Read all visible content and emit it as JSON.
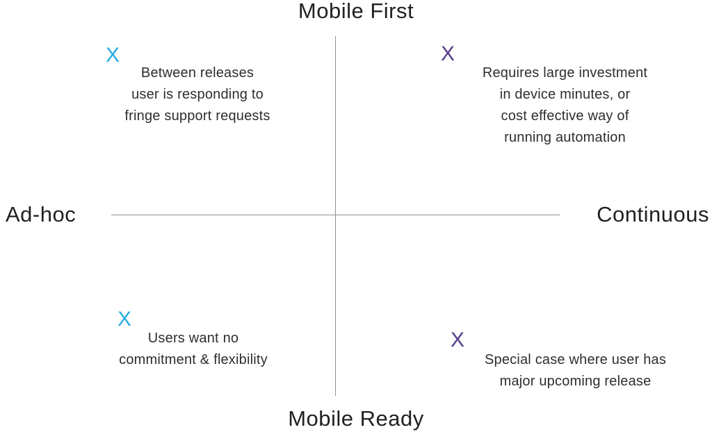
{
  "chart_data": {
    "type": "scatter",
    "title": "",
    "subtitle": "",
    "layout": "2x2-matrix",
    "grid": false,
    "legend": null,
    "axes": {
      "vertical": {
        "top_label": "Mobile First",
        "bottom_label": "Mobile Ready"
      },
      "horizontal": {
        "left_label": "Ad-hoc",
        "right_label": "Continuous"
      }
    },
    "quadrants": [
      {
        "id": "top-left",
        "x": "Ad-hoc",
        "y": "Mobile First",
        "marker": "X",
        "marker_color": "#29ABE2",
        "text": "Between releases\nuser is responding to\nfringe support requests"
      },
      {
        "id": "top-right",
        "x": "Continuous",
        "y": "Mobile First",
        "marker": "X",
        "marker_color": "#553C8B",
        "text": "Requires large investment\nin device minutes, or\ncost effective way of\nrunning automation"
      },
      {
        "id": "bottom-left",
        "x": "Ad-hoc",
        "y": "Mobile Ready",
        "marker": "X",
        "marker_color": "#29ABE2",
        "text": "Users want no\ncommitment & flexibility"
      },
      {
        "id": "bottom-right",
        "x": "Continuous",
        "y": "Mobile Ready",
        "marker": "X",
        "marker_color": "#553C8B",
        "text": "Special case where user has\nmajor upcoming release"
      }
    ],
    "colors": {
      "background": "#ffffff",
      "axis_line": "#8f8f8f",
      "heading_text": "#231f20",
      "body_text": "#2e2e2e",
      "marker_blue": "#29ABE2",
      "marker_purple": "#553C8B"
    }
  }
}
